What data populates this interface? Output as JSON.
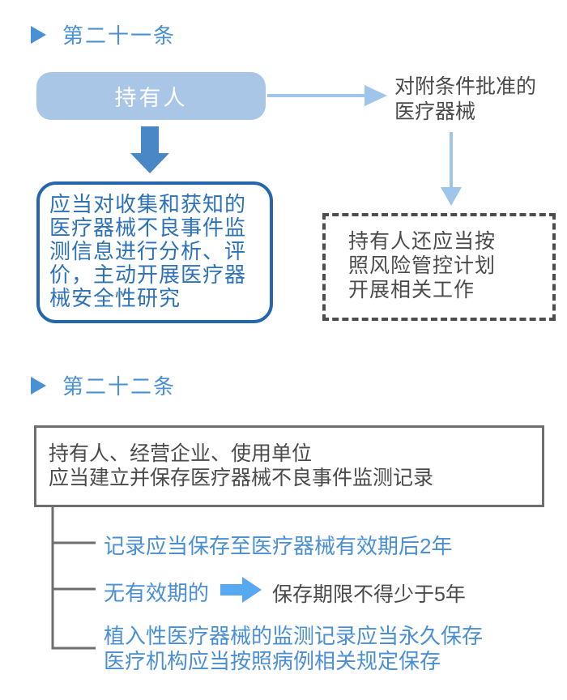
{
  "colors": {
    "accent_blue": "#4a90d5",
    "holder_fill": "#a9c6e6",
    "deep_blue_border": "#2566ac",
    "deep_blue_text": "#2d72b8",
    "light_arrow": "#9fc5ea",
    "block_arrow": "#4a87c7",
    "bright_arrow": "#57a9f2",
    "gray_text": "#4a4a4a",
    "gray_border": "#6e6e6e"
  },
  "article21": {
    "header": "第二十一条",
    "holder_label": "持有人",
    "conditional_device_lines": [
      "对附条件批准的",
      "医疗器械"
    ],
    "duty_lines": [
      "应当对收集和获知的",
      "医疗器械不良事件监",
      "测信息进行分析、评",
      "价，主动开展医疗器",
      "械安全性研究"
    ],
    "risk_plan_lines": [
      "持有人还应当按",
      "照风险管控计划",
      "开展相关工作"
    ]
  },
  "article22": {
    "header": "第二十二条",
    "record_lines": [
      "持有人、经营企业、使用单位",
      "应当建立并保存医疗器械不良事件监测记录"
    ],
    "branch_retention": "记录应当保存至医疗器械有效期后2年",
    "branch_no_expiry": "无有效期的",
    "branch_no_expiry_result": "保存期限不得少于5年",
    "branch_implant_lines": [
      "植入性医疗器械的监测记录应当永久保存",
      "医疗机构应当按照病例相关规定保存"
    ]
  }
}
